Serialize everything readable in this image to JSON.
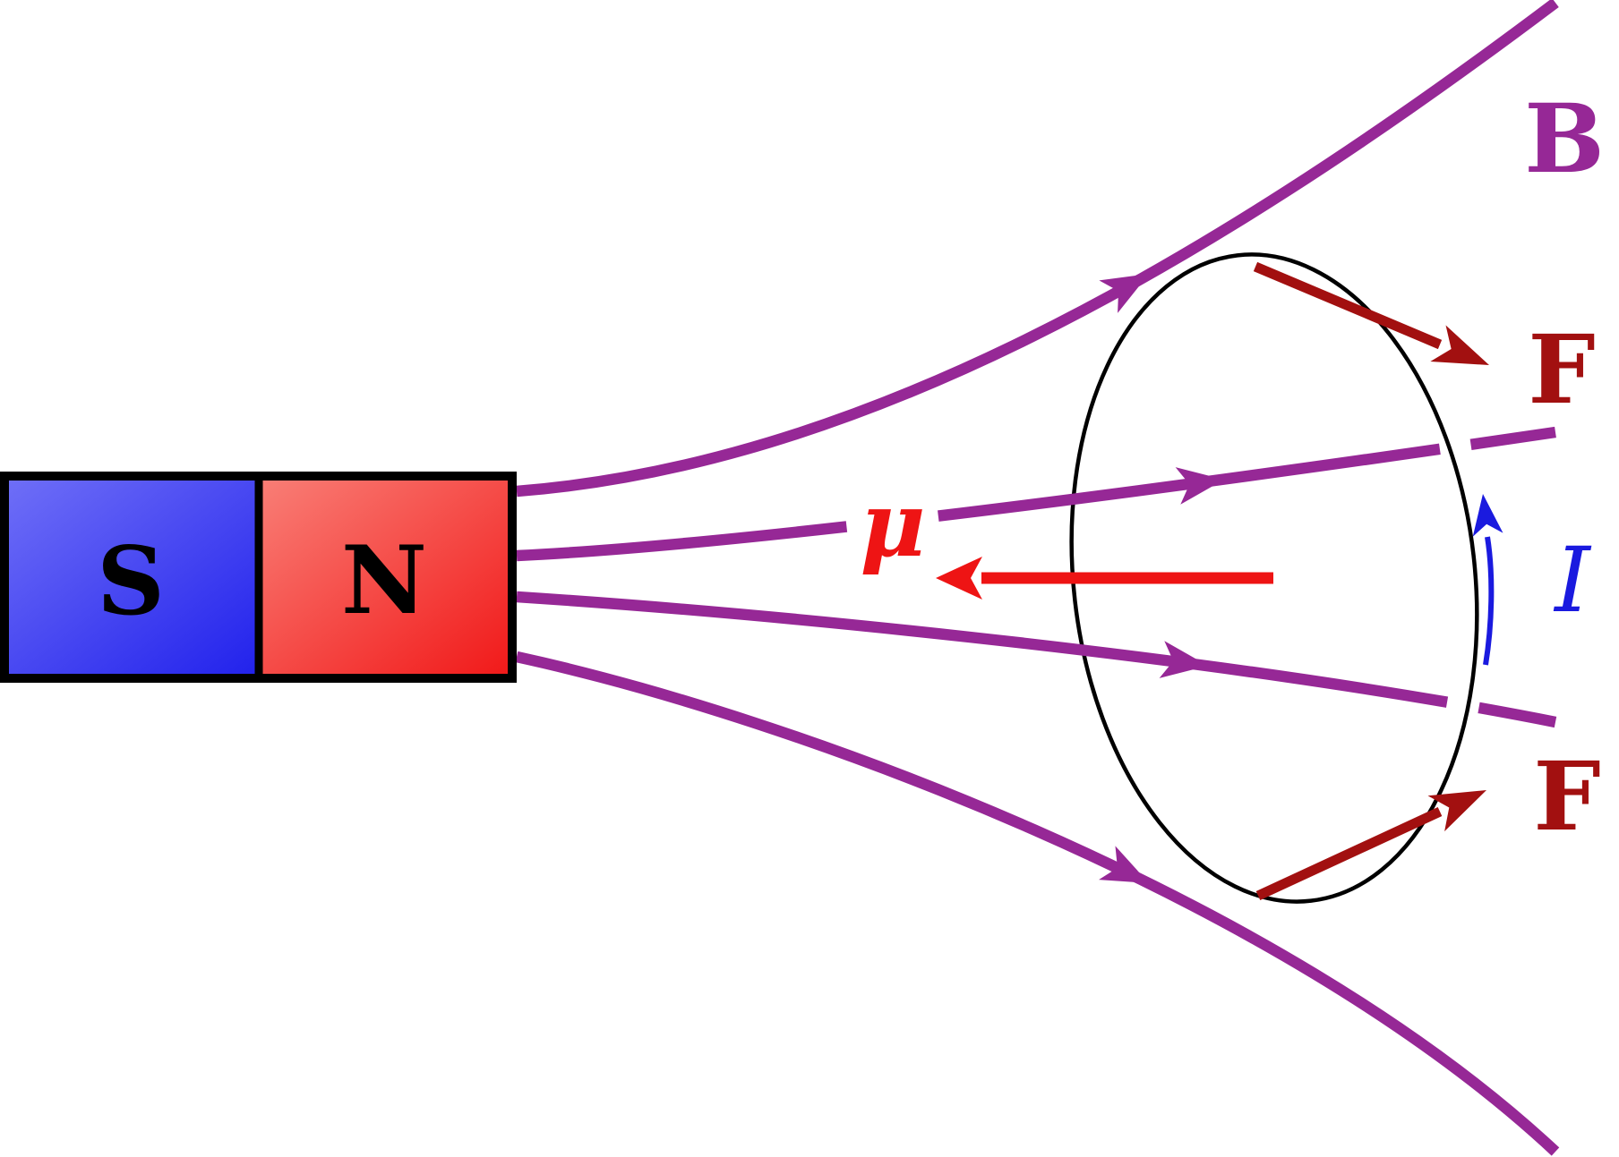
{
  "colors": {
    "background": "#ffffff",
    "field-line": "#962896",
    "loop": "#000000",
    "force": "#a21010",
    "moment": "#ee1414",
    "current": "#1a1adf",
    "magnet-border": "#000000",
    "magnet-letter": "#000000",
    "south-light": "#6e6ef7",
    "south-dark": "#2222ec",
    "north-light": "#f97e76",
    "north-dark": "#f11a1a"
  },
  "magnet": {
    "south_label": "S",
    "north_label": "N"
  },
  "labels": {
    "field": "B",
    "force_top": "F",
    "force_bottom": "F",
    "magnetic_moment": "μ",
    "current": "I"
  }
}
